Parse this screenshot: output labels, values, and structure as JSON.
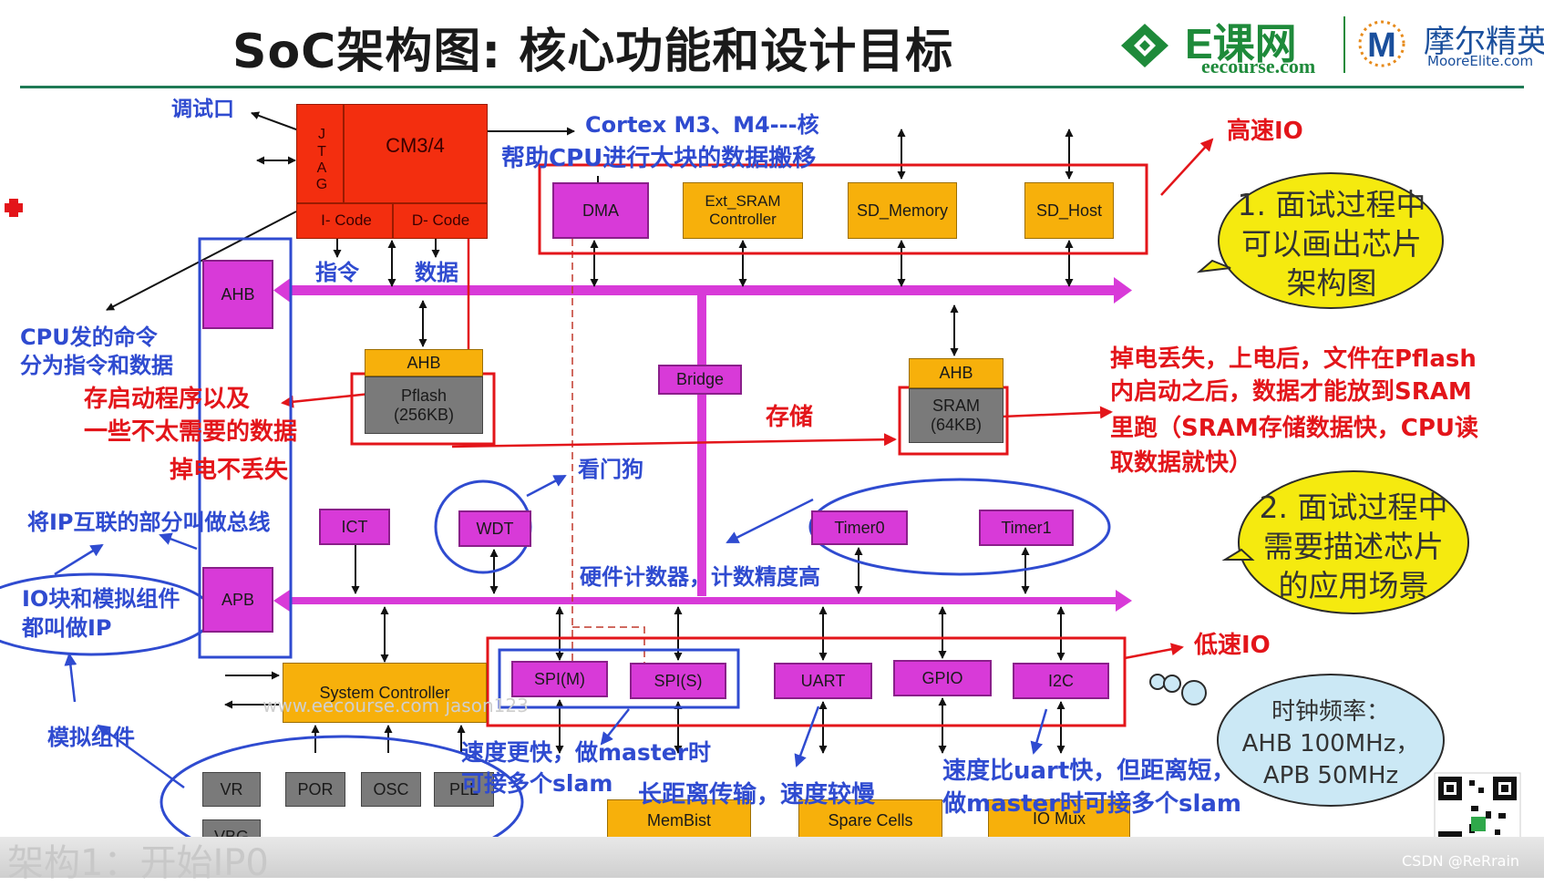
{
  "title": "SoC架构图: 核心功能和设计目标",
  "logo": {
    "ecourse_name": "E课网",
    "ecourse_url": "eecourse.com",
    "moore_name": "摩尔精英",
    "moore_url": "MooreElite.com"
  },
  "blocks": {
    "jtag": "J\nT\nA\nG",
    "cpu": "CM3/4",
    "icode": "I- Code",
    "dcode": "D- Code",
    "dma": "DMA",
    "ext_sram": "Ext_SRAM\nController",
    "sd_memory": "SD_Memory",
    "sd_host": "SD_Host",
    "ahb_left": "AHB",
    "apb_left": "APB",
    "pflash_ahb": "AHB",
    "pflash": "Pflash\n(256KB)",
    "bridge": "Bridge",
    "sram_ahb": "AHB",
    "sram": "SRAM\n(64KB)",
    "ict": "ICT",
    "wdt": "WDT",
    "timer0": "Timer0",
    "timer1": "Timer1",
    "system_controller": "System Controller",
    "spi_m": "SPI(M)",
    "spi_s": "SPI(S)",
    "uart": "UART",
    "gpio": "GPIO",
    "i2c": "I2C",
    "vr": "VR",
    "por": "POR",
    "osc": "OSC",
    "pll": "PLL",
    "vbg": "VBG",
    "membist": "MemBist",
    "spare_cells": "Spare Cells",
    "io_mux": "IO Mux"
  },
  "annotations": {
    "debug_port": "调试口",
    "cortex": "Cortex M3、M4---核",
    "dma_desc": "帮助CPU进行大块的数据搬移",
    "high_speed_io": "高速IO",
    "instruction": "指令",
    "data": "数据",
    "cpu_cmd_1": "CPU发的命令",
    "cpu_cmd_2": "分为指令和数据",
    "pflash_desc_1": "存启动程序以及",
    "pflash_desc_2": "一些不太需要的数据",
    "pflash_desc_3": "掉电不丢失",
    "storage": "存储",
    "sram_desc_1": "掉电丢失，上电后，文件在Pflash",
    "sram_desc_2": "内启动之后，数据才能放到SRAM",
    "sram_desc_3": "里跑（SRAM存储数据快，CPU读",
    "sram_desc_4": "取数据就快）",
    "watchdog": "看门狗",
    "bus_desc": "将IP互联的部分叫做总线",
    "ip_desc_1": "IO块和模拟组件",
    "ip_desc_2": "都叫做IP",
    "timer_desc": "硬件计数器，计数精度高",
    "low_speed_io": "低速IO",
    "analog": "模拟组件",
    "spi_desc_1": "速度更快，做master时",
    "spi_desc_2": "可接多个slam",
    "uart_desc": "长距离传输，速度较慢",
    "i2c_desc_1": "速度比uart快，但距离短，",
    "i2c_desc_2": "做master时可接多个slam"
  },
  "callouts": {
    "interview_1": "1. 面试过程中\n可以画出芯片\n架构图",
    "interview_2": "2. 面试过程中\n需要描述芯片\n的应用场景",
    "clock": "时钟频率：\nAHB 100MHz，\nAPB 50MHz"
  },
  "watermarks": {
    "video": "www.eecourse.com jason123",
    "bottom": "架构1：开始IP0",
    "csdn": "CSDN @ReRrain"
  },
  "colors": {
    "bus": "#d83ad8",
    "ip_block": "#d83ad8",
    "memory_block": "#f7b00b",
    "analog_block": "#7a7a7a",
    "cpu_block": "#f32e0f",
    "annotation_blue": "#2f4bd0",
    "annotation_red": "#e3151a",
    "callout_yellow": "#f5ea0f",
    "cloud": "#cbe8f5"
  }
}
